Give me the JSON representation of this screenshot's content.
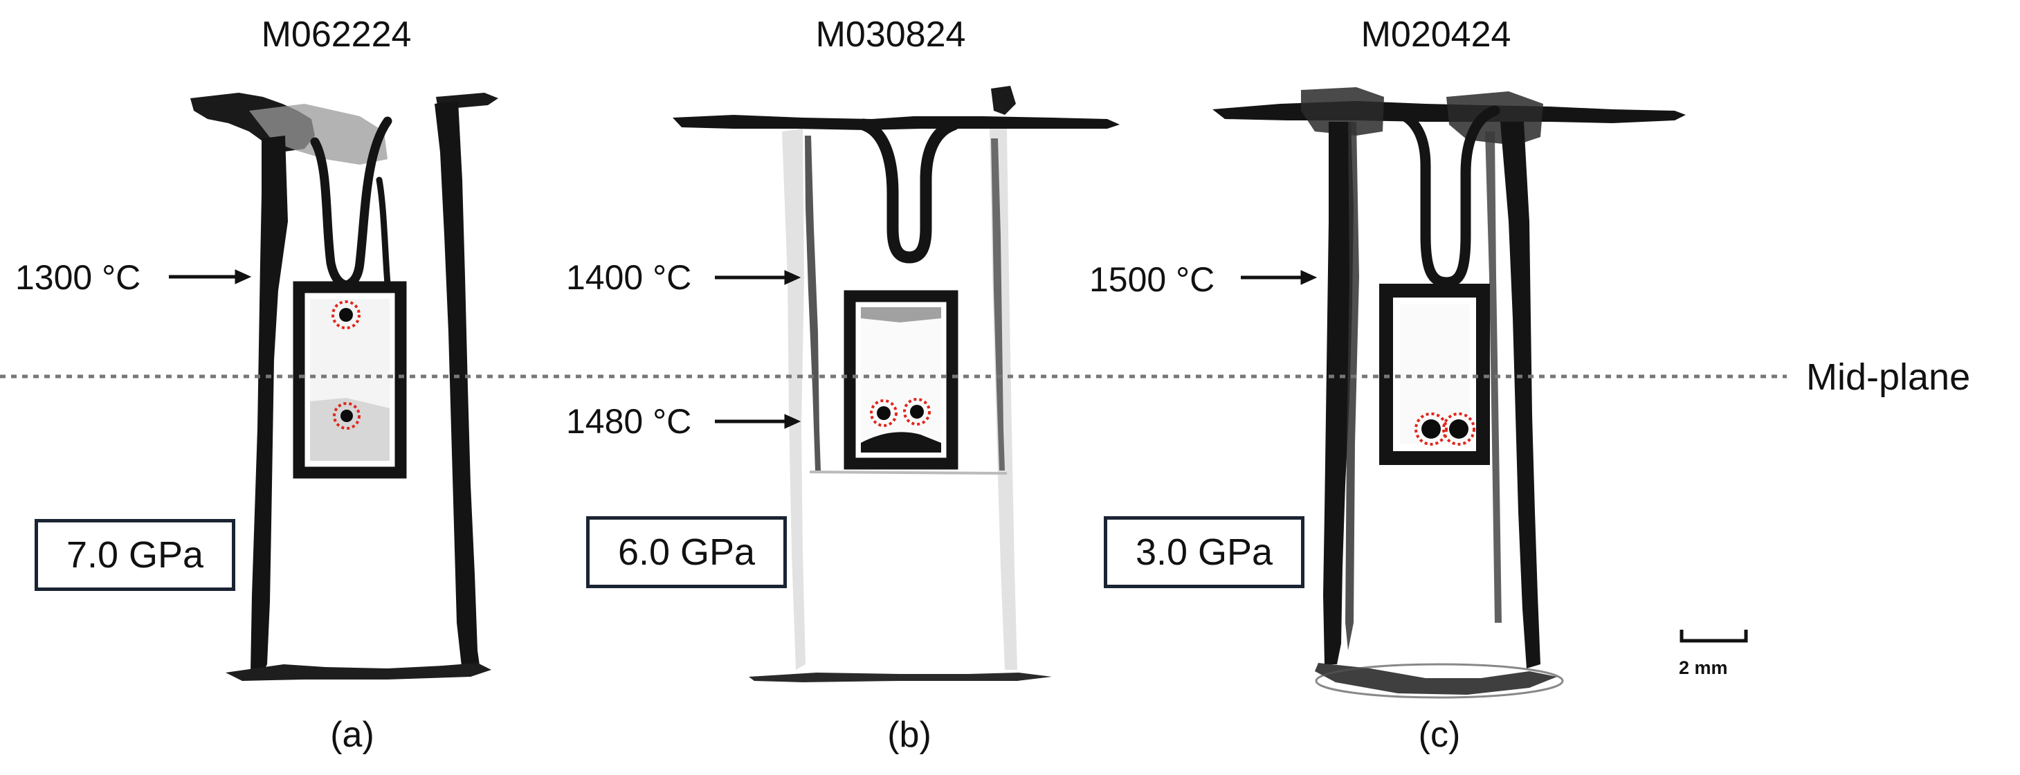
{
  "figure": {
    "midplane_label": "Mid-plane",
    "scale_bar": {
      "label": "2 mm"
    },
    "colors": {
      "ink": "#141414",
      "box_border": "#1b2433",
      "melt_circle": "#e0261c",
      "melt_blob": "#0c0c0c",
      "midplane_line": "#777777"
    },
    "panels": [
      {
        "sample_id": "M062224",
        "panel_label": "(a)",
        "pressure": "7.0 GPa",
        "temperatures": [
          "1300 °C"
        ],
        "melt_pocket_count": 2
      },
      {
        "sample_id": "M030824",
        "panel_label": "(b)",
        "pressure": "6.0 GPa",
        "temperatures": [
          "1400 °C",
          "1480 °C"
        ],
        "melt_pocket_count": 2
      },
      {
        "sample_id": "M020424",
        "panel_label": "(c)",
        "pressure": "3.0 GPa",
        "temperatures": [
          "1500 °C"
        ],
        "melt_pocket_count": 2
      }
    ]
  }
}
